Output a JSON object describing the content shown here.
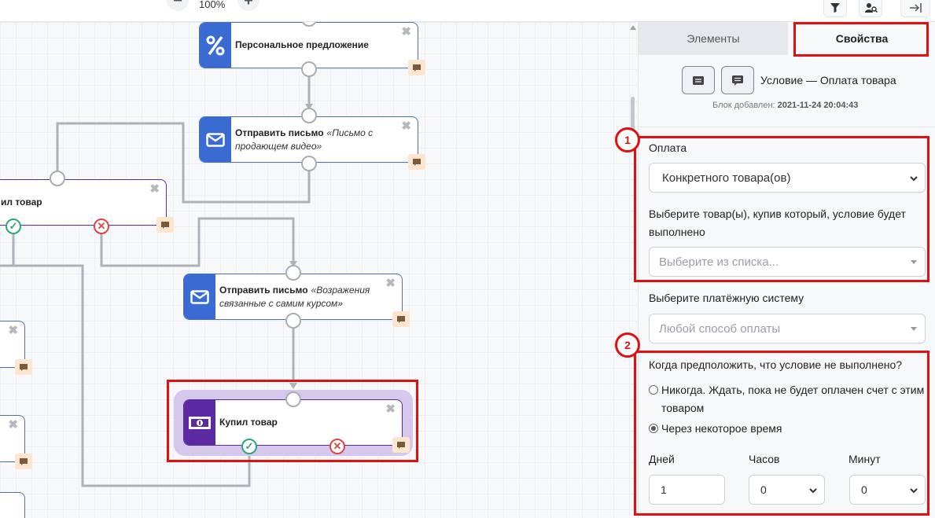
{
  "toolbar": {
    "zoom_level": "100%",
    "zoom_out_label": "−",
    "zoom_in_label": "+",
    "icons": [
      "filter-icon",
      "user-search-icon",
      "exit-icon"
    ]
  },
  "canvas": {
    "nodes": [
      {
        "id": "personal-offer",
        "title": "Персональное предложение",
        "subtitle": "",
        "icon": "percent-icon"
      },
      {
        "id": "send-email-video",
        "title": "Отправить письмо",
        "subtitle": "«Письмо с продающем видео»",
        "icon": "envelope-icon"
      },
      {
        "id": "bought-left",
        "title": "ил товар",
        "subtitle": "",
        "icon": ""
      },
      {
        "id": "send-email-objections",
        "title": "Отправить письмо",
        "subtitle": "«Возражения связанные с самим курсом»",
        "icon": "envelope-icon"
      },
      {
        "id": "bought-product",
        "title": "Купил товар",
        "subtitle": "",
        "icon": "money-icon"
      }
    ],
    "close_glyph": "✖",
    "ok_glyph": "✓",
    "no_glyph": "✕"
  },
  "panel": {
    "tabs": {
      "elements": "Элементы",
      "properties": "Свойства"
    },
    "block_title": "Условие — Оплата товара",
    "block_added_label": "Блок добавлен:",
    "block_added_date": "2021-11-24 20:04:43",
    "payment_label": "Оплата",
    "payment_value": "Конкретного товара(ов)",
    "product_label": "Выберите товар(ы), купив который, условие будет выполнено",
    "product_placeholder": "Выберите из списка...",
    "pay_system_label": "Выберите платёжную систему",
    "pay_system_value": "Любой способ оплаты",
    "when_label": "Когда предположить, что условие не выполнено?",
    "radio_never": "Никогда. Ждать, пока не будет оплачен счет с этим товаром",
    "radio_after": "Через некоторое время",
    "radio_selected": "after",
    "days_label": "Дней",
    "hours_label": "Часов",
    "minutes_label": "Минут",
    "days_value": "1",
    "hours_value": "0",
    "minutes_value": "0"
  },
  "annotations": {
    "badge_1": "1",
    "badge_2": "2",
    "highlight_color": "#e01010"
  },
  "colors": {
    "node_icon": "#3a6bd3",
    "selected_node_icon": "#5b2aa3",
    "selected_halo": "#d6c7ec",
    "ok": "#2aa876",
    "fail": "#e04444"
  }
}
